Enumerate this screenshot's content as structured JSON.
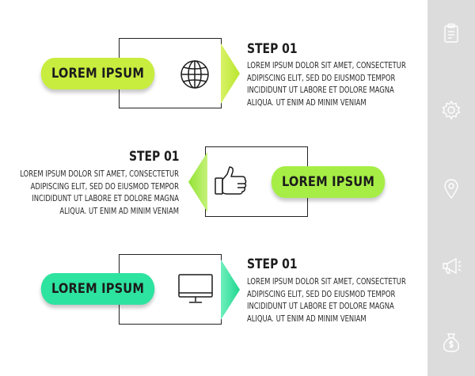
{
  "colors": {
    "step1": "#c8ed3f",
    "step2": "#a6ee45",
    "step3": "#2de3a0",
    "sidebar": "#dcdcdc"
  },
  "steps": [
    {
      "pill_label": "LOREM IPSUM",
      "title": "STEP 01",
      "lines": [
        "LOREM IPSUM DOLOR SIT AMET, CONSECTETUR",
        "ADIPISCING ELIT, SED DO EIUSMOD TEMPOR",
        "INCIDIDUNT UT LABORE ET DOLORE MAGNA",
        "ALIQUA. UT ENIM AD MINIM VENIAM"
      ],
      "icon": "globe-icon"
    },
    {
      "pill_label": "LOREM IPSUM",
      "title": "STEP 01",
      "lines": [
        "LOREM IPSUM DOLOR SIT AMET, CONSECTETUR",
        "ADIPISCING ELIT, SED DO EIUSMOD TEMPOR",
        "INCIDIDUNT UT LABORE ET DOLORE MAGNA",
        "ALIQUA. UT ENIM AD MINIM VENIAM"
      ],
      "icon": "thumbs-up-icon"
    },
    {
      "pill_label": "LOREM IPSUM",
      "title": "STEP 01",
      "lines": [
        "LOREM IPSUM DOLOR SIT AMET, CONSECTETUR",
        "ADIPISCING ELIT, SED DO EIUSMOD TEMPOR",
        "INCIDIDUNT UT LABORE ET DOLORE MAGNA",
        "ALIQUA. UT ENIM AD MINIM VENIAM"
      ],
      "icon": "monitor-icon"
    }
  ],
  "sidebar_icons": [
    "clipboard-icon",
    "gear-icon",
    "map-pin-icon",
    "megaphone-icon",
    "money-bag-icon"
  ]
}
